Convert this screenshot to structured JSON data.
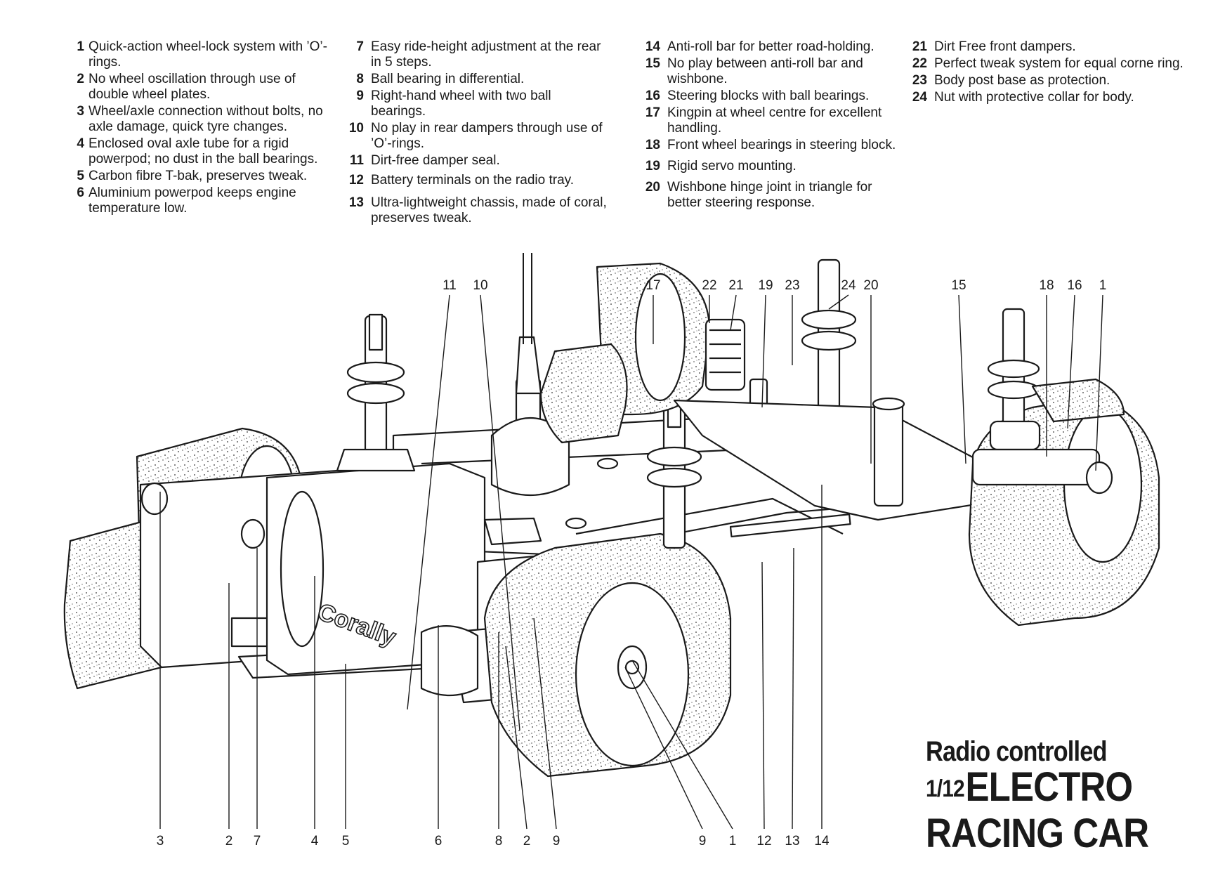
{
  "features": {
    "col1": [
      {
        "num": "1",
        "text": "Quick-action wheel-lock system with ’O’-rings."
      },
      {
        "num": "2",
        "text": "No wheel oscillation through use of double wheel plates."
      },
      {
        "num": "3",
        "text": "Wheel/axle connection without bolts, no axle damage, quick tyre changes."
      },
      {
        "num": "4",
        "text": "Enclosed oval axle tube for a rigid powerpod; no dust in the ball bearings."
      },
      {
        "num": "5",
        "text": "Carbon fibre T-bak, preserves tweak."
      },
      {
        "num": "6",
        "text": "Aluminium powerpod keeps engine temperature low."
      }
    ],
    "col2": [
      {
        "num": "7",
        "text": "Easy ride-height adjustment at the rear in 5 steps."
      },
      {
        "num": "8",
        "text": "Ball bearing in differential."
      },
      {
        "num": "9",
        "text": "Right-hand wheel with two ball bearings."
      },
      {
        "num": "10",
        "text": "No play in rear dampers through use of ’O’-rings."
      },
      {
        "num": "11",
        "text": "Dirt-free damper seal."
      },
      {
        "num": "12",
        "text": "Battery terminals on the radio tray."
      },
      {
        "num": "13",
        "text": "Ultra-lightweight chassis, made of coral, preserves tweak."
      }
    ],
    "col3": [
      {
        "num": "14",
        "text": "Anti-roll bar for better road-holding."
      },
      {
        "num": "15",
        "text": "No play between anti-roll bar and wishbone."
      },
      {
        "num": "16",
        "text": "Steering blocks with ball bearings."
      },
      {
        "num": "17",
        "text": "Kingpin at wheel centre for excellent handling."
      },
      {
        "num": "18",
        "text": "Front wheel bearings in steering block."
      },
      {
        "num": "19",
        "text": "Rigid servo mounting."
      },
      {
        "num": "20",
        "text": "Wishbone hinge joint in triangle for better steering response."
      }
    ],
    "col4": [
      {
        "num": "21",
        "text": "Dirt Free front dampers."
      },
      {
        "num": "22",
        "text": "Perfect tweak system for equal corne ring."
      },
      {
        "num": "23",
        "text": "Body post base as protection."
      },
      {
        "num": "24",
        "text": "Nut with protective collar for body."
      }
    ]
  },
  "callouts_top": [
    "11",
    "10",
    "17",
    "22",
    "21",
    "19",
    "23",
    "24",
    "20",
    "15",
    "18",
    "16",
    "1"
  ],
  "callouts_bottom": [
    "3",
    "2",
    "7",
    "4",
    "5",
    "6",
    "8",
    "2",
    "9",
    "9",
    "1",
    "12",
    "13",
    "14"
  ],
  "title": {
    "line1": "Radio controlled",
    "frac_num": "1",
    "frac_den": "12",
    "line2": "ELECTRO",
    "line3": "RACING CAR"
  },
  "logo_text": "Corally"
}
